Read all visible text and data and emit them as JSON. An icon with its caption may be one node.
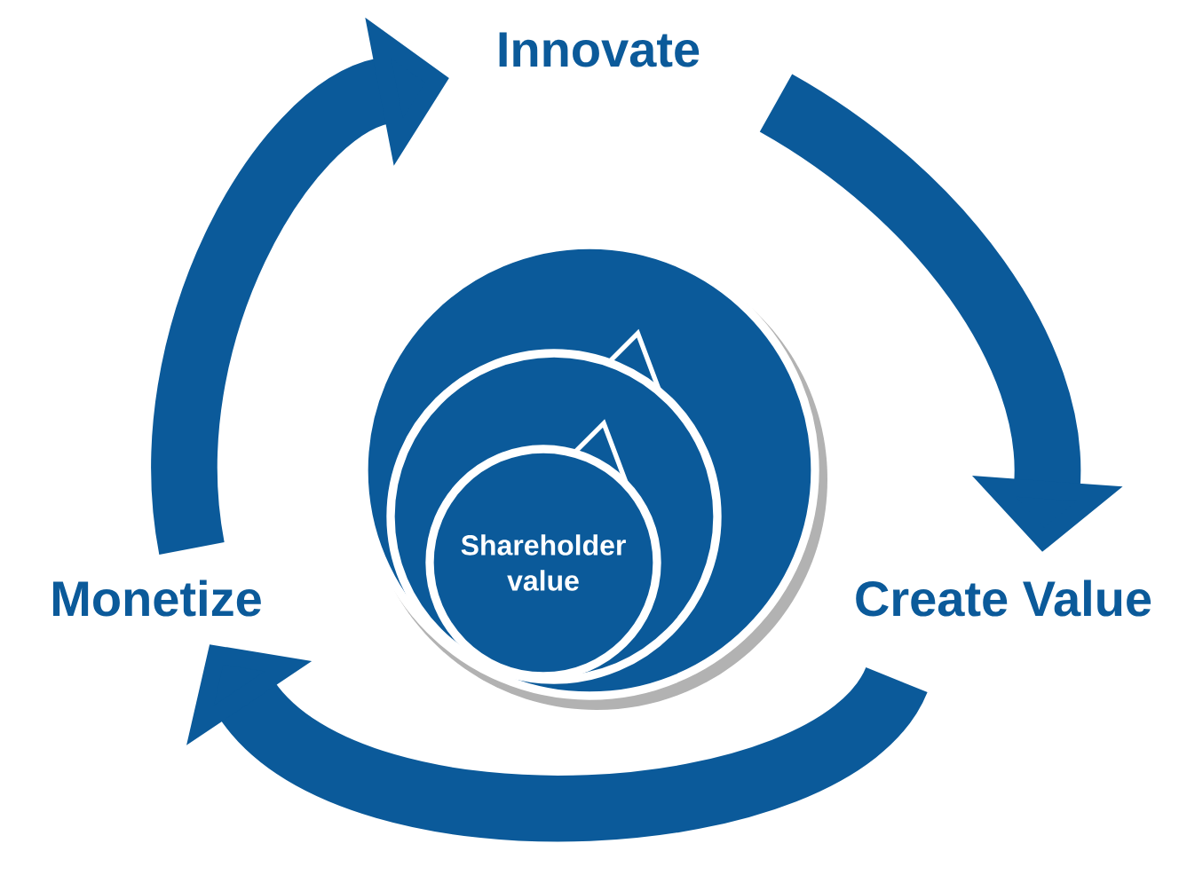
{
  "diagram": {
    "nodes": [
      {
        "text": [
          "Innovate"
        ]
      },
      {
        "text": [
          "Create Value"
        ]
      },
      {
        "text": [
          "Monetize"
        ]
      },
      {
        "text": [],
        "shape": "circle"
      },
      {
        "text": [],
        "shape": "circle",
        "in": 3
      },
      {
        "text": [
          "Shareholder value"
        ],
        "in": 4
      }
    ],
    "edges": [
      {
        "from": 0,
        "to": 1,
        "arrow": "to"
      },
      {
        "from": 1,
        "to": 2,
        "arrow": "to"
      },
      {
        "from": 2,
        "to": 0,
        "arrow": "to"
      }
    ]
  }
}
